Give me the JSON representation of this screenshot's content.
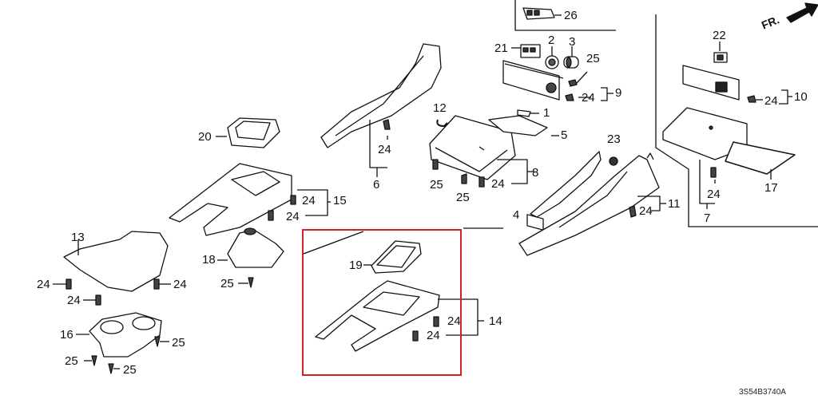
{
  "diagram": {
    "diagram_code": "3S54B3740A",
    "direction_label": "FR.",
    "highlight_color": "#d0222a",
    "highlighted_group": [
      "14",
      "19",
      "24"
    ],
    "callouts": [
      {
        "id": "c1",
        "num": "1"
      },
      {
        "id": "c2",
        "num": "2"
      },
      {
        "id": "c3",
        "num": "3"
      },
      {
        "id": "c4",
        "num": "4"
      },
      {
        "id": "c5",
        "num": "5"
      },
      {
        "id": "c6",
        "num": "6"
      },
      {
        "id": "c7",
        "num": "7"
      },
      {
        "id": "c8",
        "num": "8"
      },
      {
        "id": "c9",
        "num": "9"
      },
      {
        "id": "c10",
        "num": "10"
      },
      {
        "id": "c11",
        "num": "11"
      },
      {
        "id": "c12",
        "num": "12"
      },
      {
        "id": "c13",
        "num": "13"
      },
      {
        "id": "c14",
        "num": "14"
      },
      {
        "id": "c15",
        "num": "15"
      },
      {
        "id": "c16",
        "num": "16"
      },
      {
        "id": "c17",
        "num": "17"
      },
      {
        "id": "c18",
        "num": "18"
      },
      {
        "id": "c19",
        "num": "19"
      },
      {
        "id": "c20",
        "num": "20"
      },
      {
        "id": "c21",
        "num": "21"
      },
      {
        "id": "c22",
        "num": "22"
      },
      {
        "id": "c23",
        "num": "23"
      },
      {
        "id": "c24",
        "num": "24"
      },
      {
        "id": "c25",
        "num": "25"
      },
      {
        "id": "c26",
        "num": "26"
      }
    ]
  }
}
